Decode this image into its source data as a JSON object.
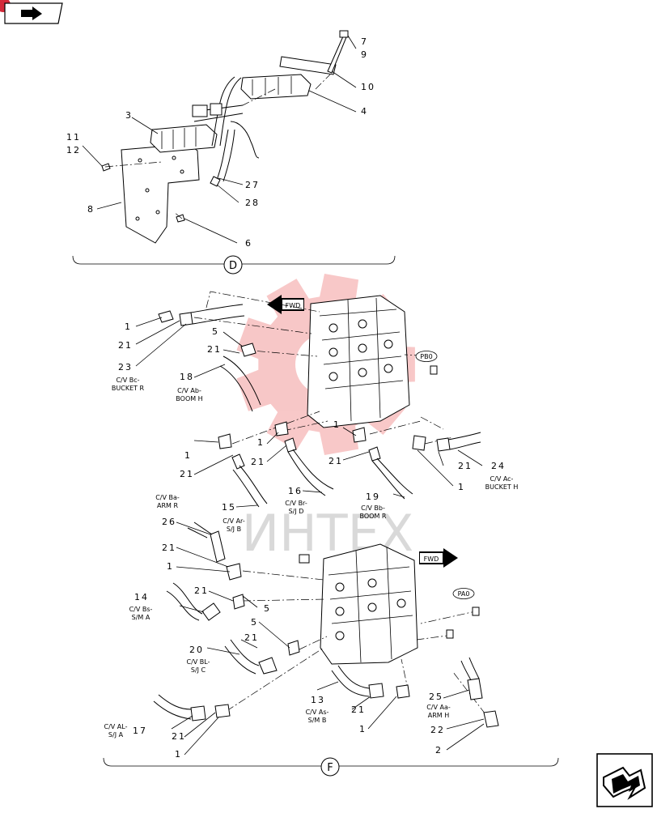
{
  "nav": {
    "prev_icon": "prev-page-arrow-icon",
    "next_icon": "next-page-arrow-icon"
  },
  "watermark": {
    "text": "ИНТЕХ",
    "color": "#e63a3a"
  },
  "section_d": {
    "marker": "D",
    "callouts": [
      "7",
      "9",
      "10",
      "4",
      "3",
      "11",
      "12",
      "8",
      "27",
      "28",
      "6"
    ]
  },
  "section_f": {
    "marker": "F",
    "fwd_top": "FWD",
    "fwd_bottom": "FWD",
    "tag_pb0": "PB0",
    "tag_pa0": "PA0",
    "callouts": [
      "1",
      "21",
      "23",
      "5",
      "21",
      "18",
      "1",
      "21",
      "15",
      "1",
      "21",
      "16",
      "1",
      "21",
      "19",
      "21",
      "24",
      "1",
      "26",
      "21",
      "1",
      "21",
      "5",
      "14",
      "5",
      "21",
      "20",
      "13",
      "21",
      "1",
      "25",
      "22",
      "2",
      "17",
      "21",
      "1"
    ],
    "hose_labels": [
      [
        "C/V Bc-",
        "BUCKET R"
      ],
      [
        "C/V Ab-",
        "BOOM H"
      ],
      [
        "C/V Ba-",
        "ARM R"
      ],
      [
        "C/V Ar-",
        "S/J B"
      ],
      [
        "C/V Br-",
        "S/J D"
      ],
      [
        "C/V Bb-",
        "BOOM R"
      ],
      [
        "C/V Ac-",
        "BUCKET H"
      ],
      [
        "C/V Bs-",
        "S/M A"
      ],
      [
        "C/V BL-",
        "S/J C"
      ],
      [
        "C/V As-",
        "S/M B"
      ],
      [
        "C/V Aa-",
        "ARM H"
      ],
      [
        "C/V AL-",
        "S/J A"
      ]
    ]
  }
}
